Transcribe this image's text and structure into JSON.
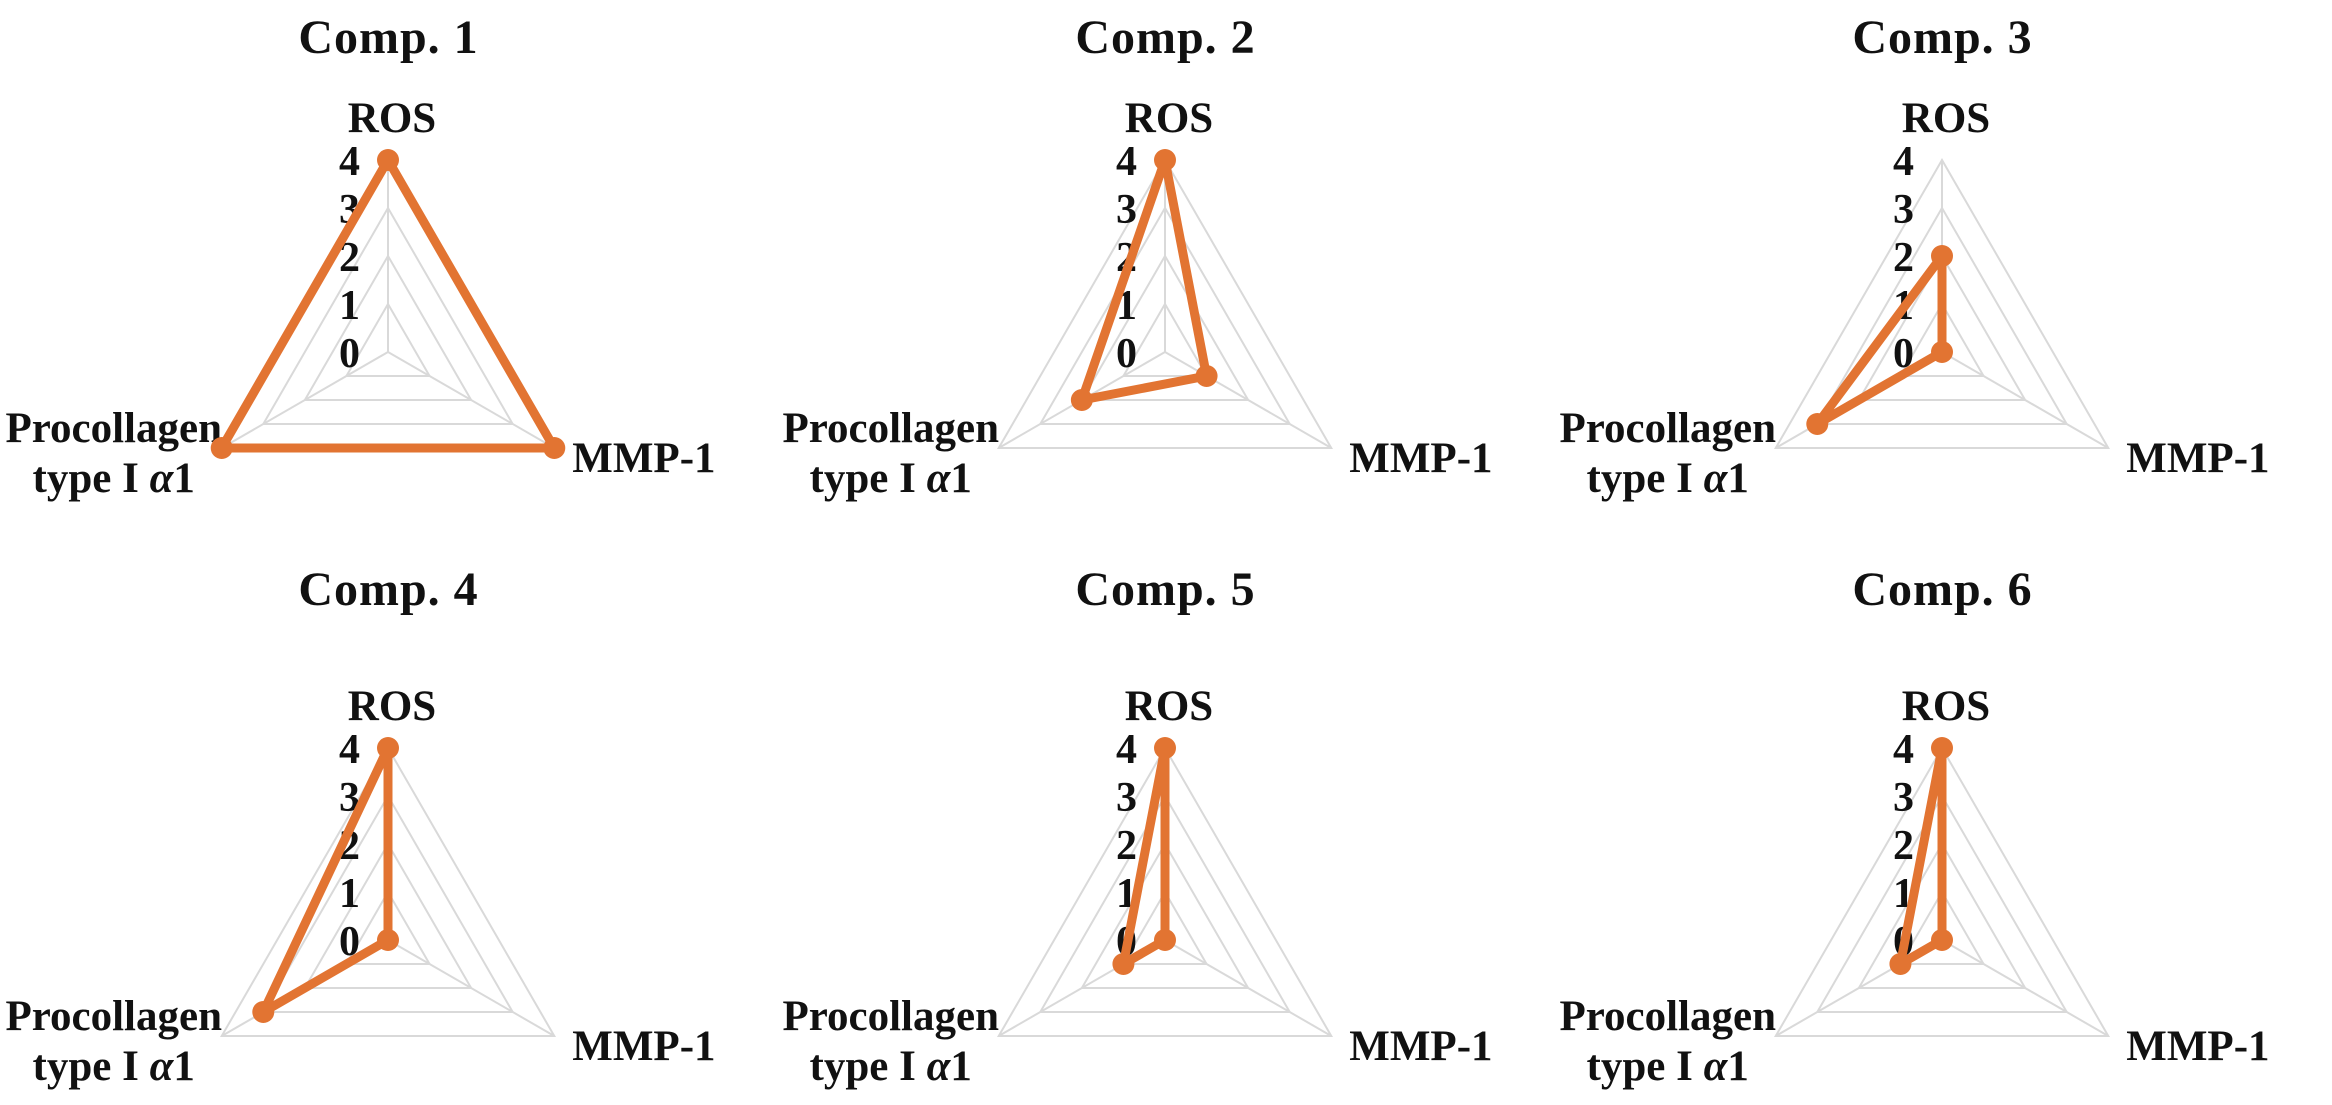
{
  "figure": {
    "background": "#ffffff",
    "accent_color": "#E27432",
    "grid_color": "#D9D9D9",
    "text_color": "#111111",
    "tick_labels": [
      "4",
      "3",
      "2",
      "1",
      "0"
    ],
    "axis_top_label": "ROS",
    "axis_right_label": "MMP-1",
    "axis_left_label_line1": "Procollagen",
    "axis_left_label_line2": "type I α1"
  },
  "chart_data": [
    {
      "type": "radar",
      "title": "Comp. 1",
      "categories": [
        "ROS",
        "MMP-1",
        "Procollagen type I α1"
      ],
      "values": [
        4,
        4,
        4
      ],
      "axis_range": [
        0,
        4
      ],
      "tick_step": 1,
      "grid": true,
      "legend": "none"
    },
    {
      "type": "radar",
      "title": "Comp. 2",
      "categories": [
        "ROS",
        "MMP-1",
        "Procollagen type I α1"
      ],
      "values": [
        4,
        1,
        2
      ],
      "axis_range": [
        0,
        4
      ],
      "tick_step": 1,
      "grid": true,
      "legend": "none"
    },
    {
      "type": "radar",
      "title": "Comp. 3",
      "categories": [
        "ROS",
        "MMP-1",
        "Procollagen type I α1"
      ],
      "values": [
        2,
        0,
        3
      ],
      "axis_range": [
        0,
        4
      ],
      "tick_step": 1,
      "grid": true,
      "legend": "none"
    },
    {
      "type": "radar",
      "title": "Comp. 4",
      "categories": [
        "ROS",
        "MMP-1",
        "Procollagen type I α1"
      ],
      "values": [
        4,
        0,
        3
      ],
      "axis_range": [
        0,
        4
      ],
      "tick_step": 1,
      "grid": true,
      "legend": "none"
    },
    {
      "type": "radar",
      "title": "Comp. 5",
      "categories": [
        "ROS",
        "MMP-1",
        "Procollagen type I α1"
      ],
      "values": [
        4,
        0,
        1
      ],
      "axis_range": [
        0,
        4
      ],
      "tick_step": 1,
      "grid": true,
      "legend": "none"
    },
    {
      "type": "radar",
      "title": "Comp. 6",
      "categories": [
        "ROS",
        "MMP-1",
        "Procollagen type I α1"
      ],
      "values": [
        4,
        0,
        1
      ],
      "axis_range": [
        0,
        4
      ],
      "tick_step": 1,
      "grid": true,
      "legend": "none"
    }
  ]
}
